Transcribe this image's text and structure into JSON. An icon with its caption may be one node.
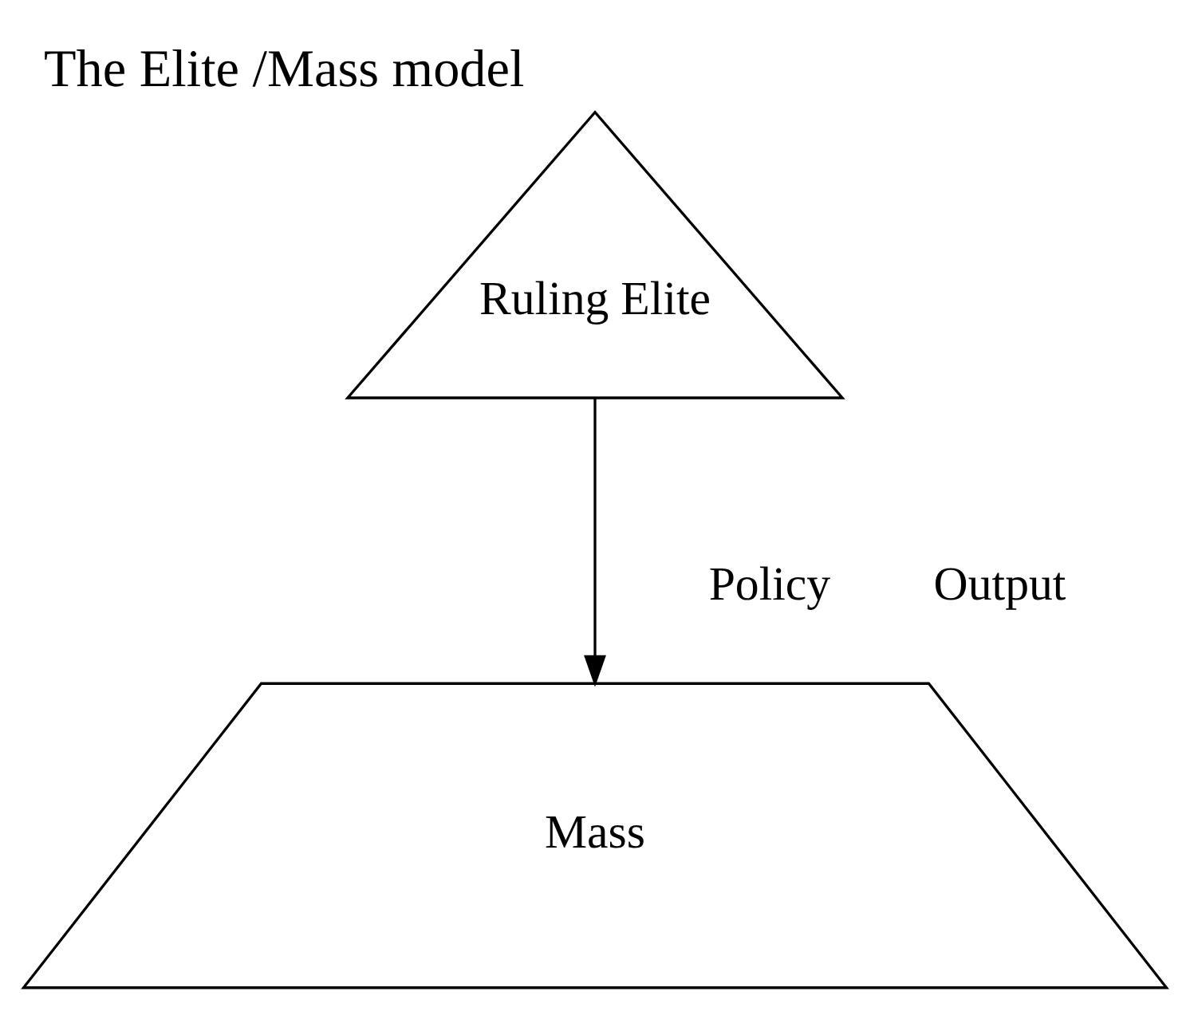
{
  "diagram": {
    "title": "The Elite /Mass model",
    "nodes": [
      {
        "text": [
          "Ruling Elite"
        ]
      },
      {
        "text": [
          "Mass"
        ]
      }
    ],
    "edges": [
      {
        "from": 0,
        "to": 1,
        "arrow": "to"
      }
    ],
    "labels": [
      "Policy",
      "Output"
    ]
  }
}
